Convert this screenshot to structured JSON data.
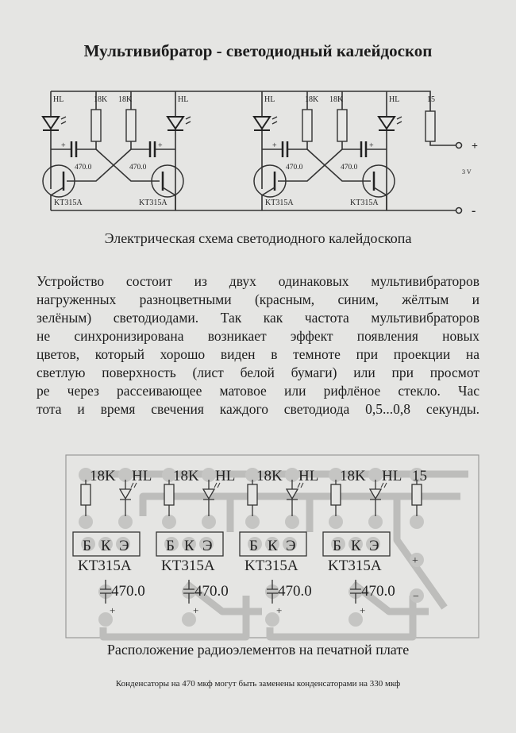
{
  "title": "Мультивибратор - светодиодный калейдоскоп",
  "schematic": {
    "caption": "Электрическая схема светодиодного калейдоскопа",
    "led_label": "HL",
    "resistor_label": "18K",
    "capacitor_label": "470.0",
    "transistor_label": "KT315A",
    "series_resistor_label": "15",
    "voltage_label": "3 V",
    "plus": "+",
    "minus": "-"
  },
  "description_lines": [
    "Устройство состоит из двух одинаковых мультивибраторов",
    "нагруженных разноцветными (красным, синим, жёлтым и",
    "зелёным) светодиодами. Так как частота мультивибраторов",
    "не синхронизирована возникает эффект появления новых",
    "цветов, который хорошо виден в темноте при проекции на",
    "светлую поверхность (лист белой бумаги) или при просмот",
    "ре через рассеивающее матовое или рифлёное стекло. Час",
    "тота и время свечения каждого светодиода 0,5...0,8 секунды."
  ],
  "pcb": {
    "caption": "Расположение радиоэлементов на печатной плате",
    "resistor_label": "18K",
    "led_label": "HL",
    "pins": [
      "Б",
      "К",
      "Э"
    ],
    "transistor_label": "KT315A",
    "capacitor_label": "470.0",
    "series_resistor_label": "15",
    "plus": "+",
    "minus": "−"
  },
  "note": "Конденсаторы на 470 мкф могут быть заменены конденсаторами на 330 мкф"
}
